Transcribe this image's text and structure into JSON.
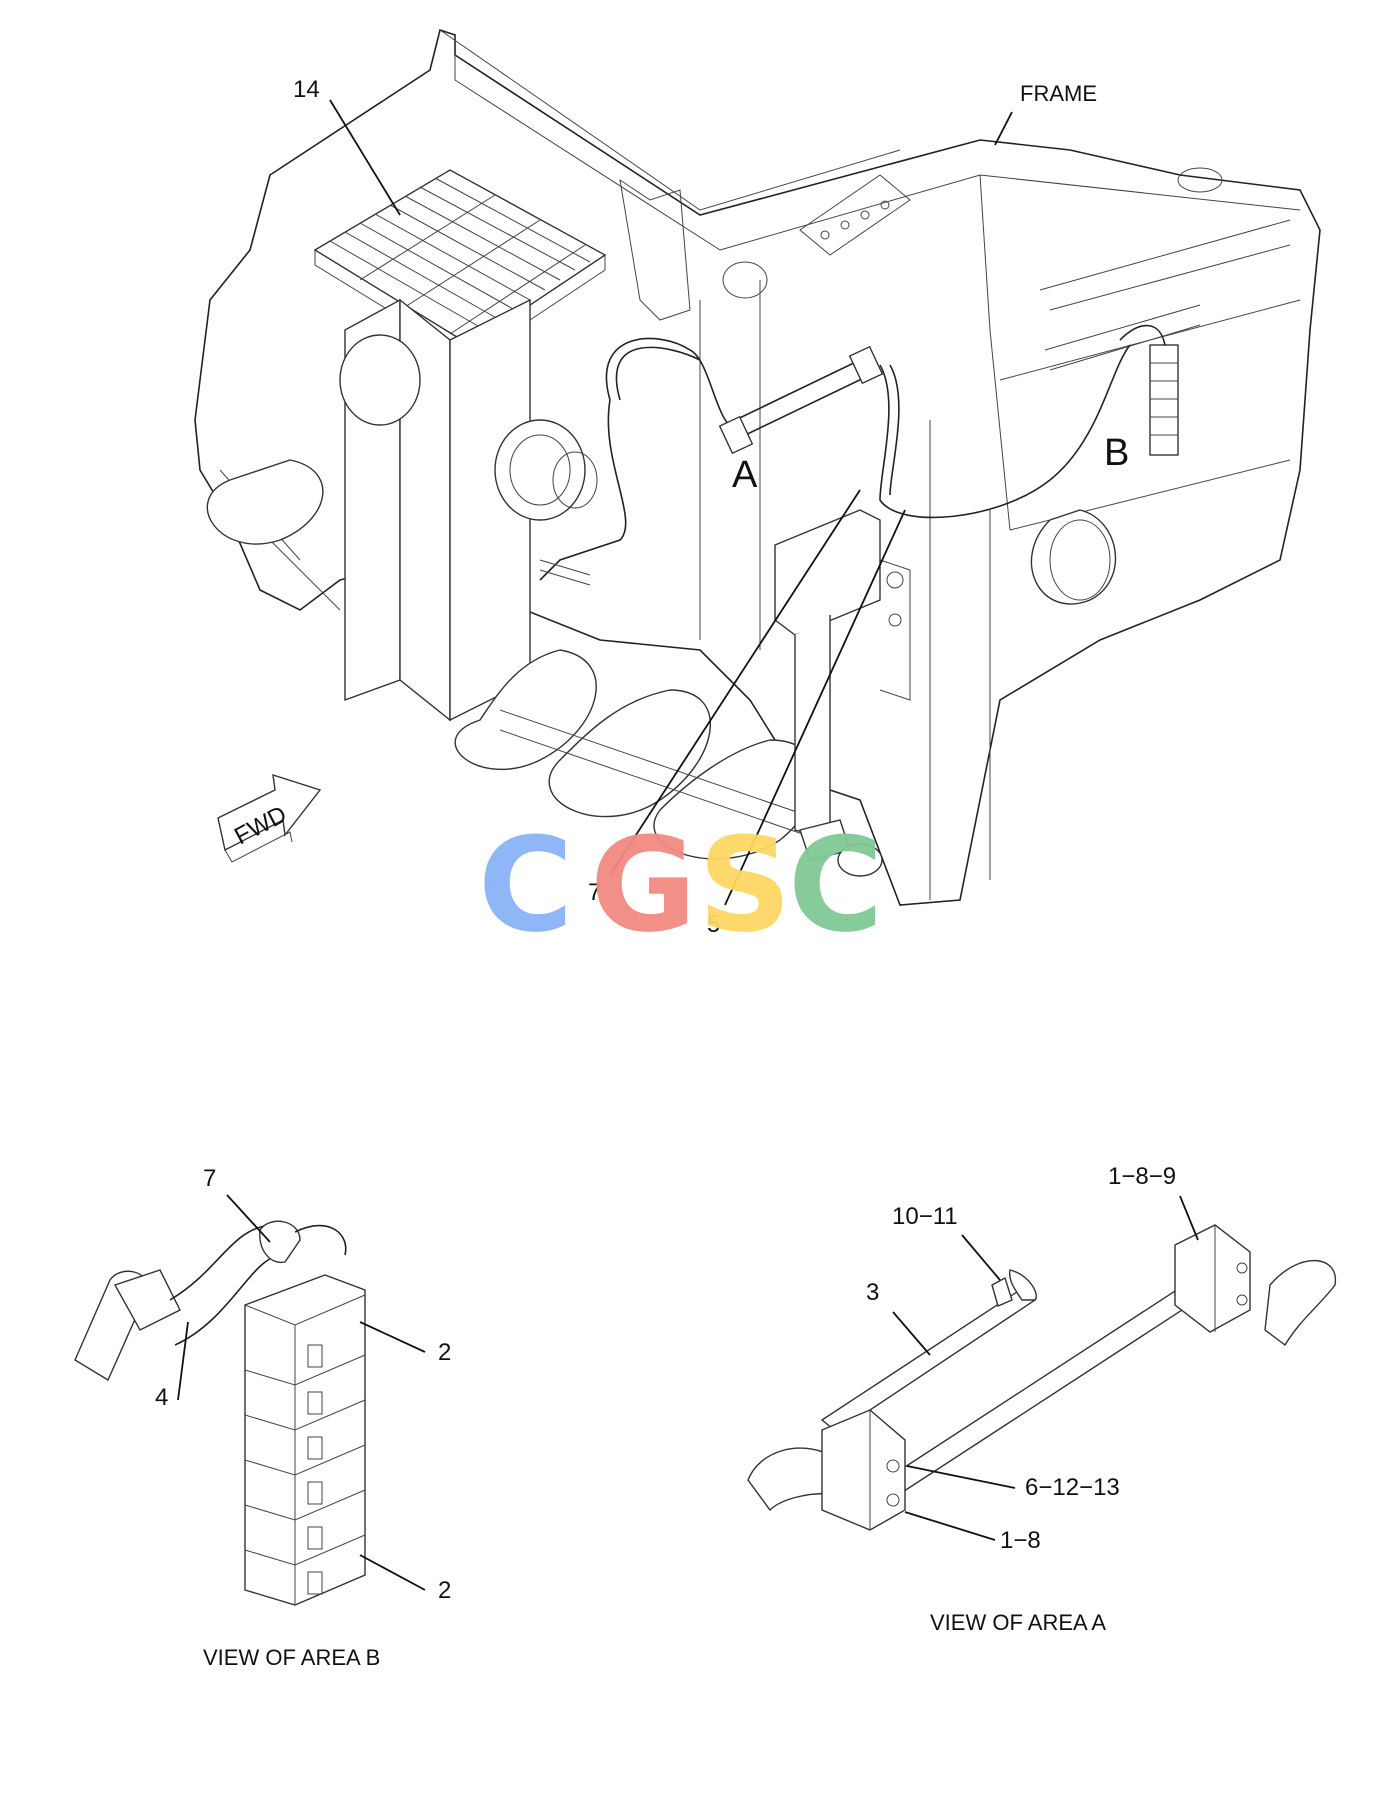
{
  "main_view": {
    "labels": {
      "item_14": "14",
      "frame": "FRAME",
      "area_a": "A",
      "area_b": "B",
      "fwd": "FWD",
      "item_7": "7",
      "item_5": "5"
    }
  },
  "watermark": {
    "letters": [
      "C",
      "G",
      "S",
      "C"
    ],
    "colors": [
      "#8ab4f8",
      "#f28b82",
      "#fdd663",
      "#81c995"
    ]
  },
  "view_b": {
    "caption": "VIEW OF AREA B",
    "labels": {
      "item_7": "7",
      "item_4": "4",
      "item_2_top": "2",
      "item_2_bottom": "2"
    }
  },
  "view_a": {
    "caption": "VIEW OF AREA  A",
    "labels": {
      "item_1_8_9": "1−8−9",
      "item_10_11": "10−11",
      "item_3": "3",
      "item_6_12_13": "6−12−13",
      "item_1_8": "1−8"
    }
  }
}
